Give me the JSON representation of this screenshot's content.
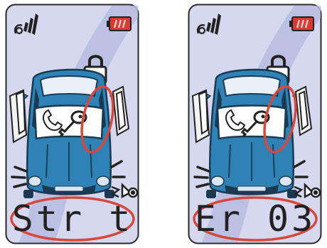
{
  "screens": [
    {
      "display_text": "Str t",
      "icons": [
        "signal-icon",
        "battery-icon",
        "lock-icon",
        "car-icon",
        "phone-icon",
        "key-icon",
        "door-open-icon",
        "horn-icon"
      ],
      "highlighted": [
        "door-indicator",
        "display-text"
      ]
    },
    {
      "display_text": "Er 03",
      "icons": [
        "signal-icon",
        "battery-icon",
        "lock-icon",
        "car-icon",
        "phone-icon",
        "key-icon",
        "door-open-icon",
        "horn-icon"
      ],
      "highlighted": [
        "door-indicator",
        "display-text"
      ]
    }
  ],
  "colors": {
    "lcd_background": "#d5d8ef",
    "lcd_stripe": "#b7bde0",
    "car_body": "#2f82b6",
    "highlight_ring": "#d6473c",
    "battery_fill": "#d73a31"
  }
}
